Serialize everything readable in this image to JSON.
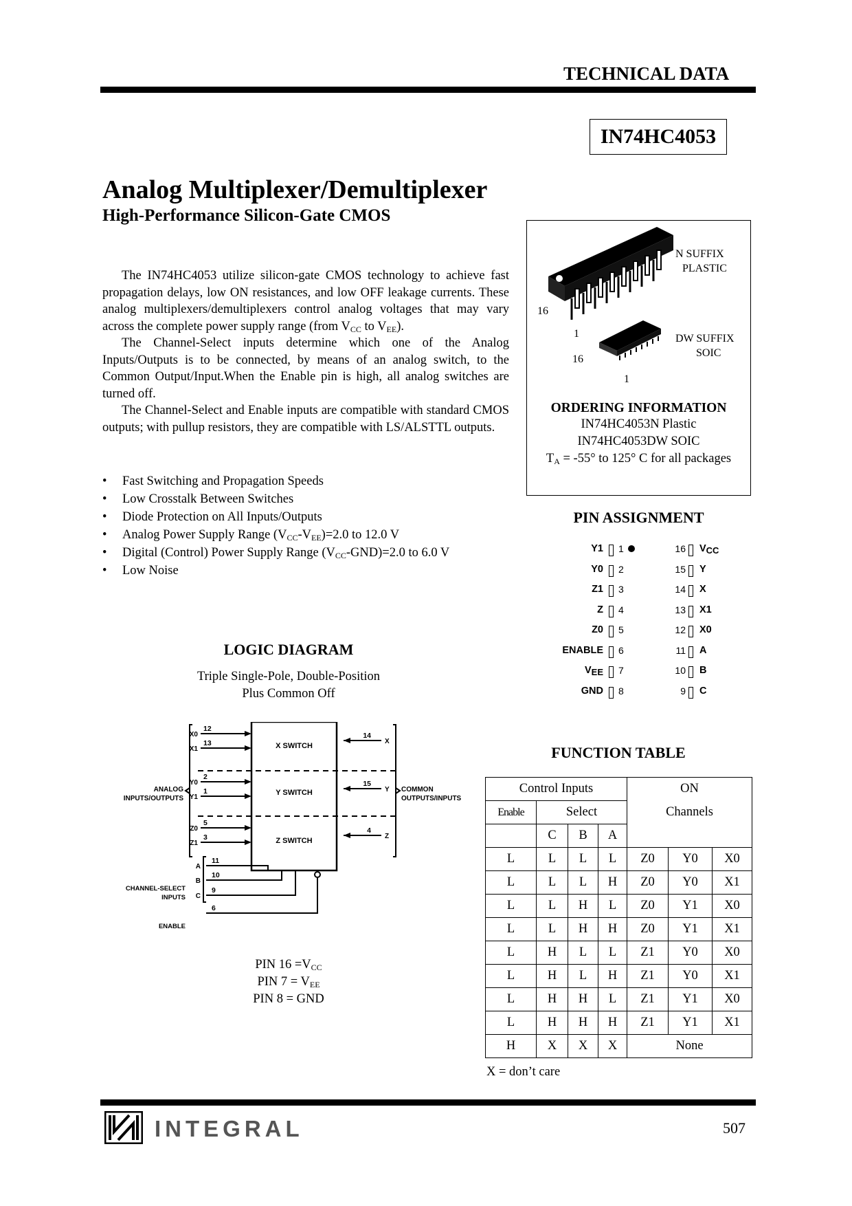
{
  "header": {
    "label": "TECHNICAL DATA",
    "part_number": "IN74HC4053"
  },
  "title": "Analog Multiplexer/Demultiplexer",
  "subtitle": "High-Performance Silicon-Gate CMOS",
  "description": {
    "p1_a": "The IN74HC4053 utilize silicon-gate CMOS technology to achieve fast propagation delays, low ON resistances, and low OFF leakage currents. These analog multiplexers/demultiplexers control analog voltages that may vary across the complete power supply range (from V",
    "p1_sub1": "CC",
    "p1_b": " to V",
    "p1_sub2": "EE",
    "p1_c": ").",
    "p2": "The Channel-Select inputs determine which one of the Analog Inputs/Outputs is to be connected, by means of an analog switch, to the Common Output/Input.When the Enable pin is high, all analog switches are turned off.",
    "p3": "The Channel-Select and Enable inputs are compatible with standard CMOS outputs; with pullup resistors, they are compatible with LS/ALSTTL outputs."
  },
  "features": {
    "f1": "Fast Switching and Propagation Speeds",
    "f2": "Low Crosstalk Between Switches",
    "f3": "Diode Protection on All Inputs/Outputs",
    "f4_a": "Analog Power Supply Range (V",
    "f4_s1": "CC",
    "f4_b": "-V",
    "f4_s2": "EE",
    "f4_c": ")=2.0 to 12.0 V",
    "f5_a": "Digital (Control) Power Supply Range (V",
    "f5_s1": "CC",
    "f5_b": "-GND)=2.0 to 6.0 V",
    "f6": "Low Noise"
  },
  "package": {
    "n_suffix": "N SUFFIX",
    "n_type": "PLASTIC",
    "dw_suffix": "DW SUFFIX",
    "dw_type": "SOIC",
    "pin16": "16",
    "pin1": "1"
  },
  "ordering": {
    "heading": "ORDERING INFORMATION",
    "line1": "IN74HC4053N Plastic",
    "line2": "IN74HC4053DW SOIC",
    "temp_a": "T",
    "temp_sub": "A",
    "temp_b": " = -55° to 125° C for all packages"
  },
  "pin_assignment": {
    "heading": "PIN ASSIGNMENT",
    "left": [
      {
        "label": "Y1",
        "num": "1"
      },
      {
        "label": "Y0",
        "num": "2"
      },
      {
        "label": "Z1",
        "num": "3"
      },
      {
        "label": "Z",
        "num": "4"
      },
      {
        "label": "Z0",
        "num": "5"
      },
      {
        "label": "ENABLE",
        "num": "6"
      },
      {
        "label": "V",
        "sub": "EE",
        "num": "7"
      },
      {
        "label": "GND",
        "num": "8"
      }
    ],
    "right": [
      {
        "label": "V",
        "sub": "CC",
        "num": "16"
      },
      {
        "label": "Y",
        "num": "15"
      },
      {
        "label": "X",
        "num": "14"
      },
      {
        "label": "X1",
        "num": "13"
      },
      {
        "label": "X0",
        "num": "12"
      },
      {
        "label": "A",
        "num": "11"
      },
      {
        "label": "B",
        "num": "10"
      },
      {
        "label": "C",
        "num": "9"
      }
    ]
  },
  "logic": {
    "heading": "LOGIC DIAGRAM",
    "caption1": "Triple Single-Pole, Double-Position",
    "caption2": "Plus Common Off",
    "x_switch": "X SWITCH",
    "y_switch": "Y SWITCH",
    "z_switch": "Z SWITCH",
    "analog_label1": "ANALOG",
    "analog_label2": "INPUTS/OUTPUTS",
    "common_label1": "COMMON",
    "common_label2": "OUTPUTS/INPUTS",
    "chsel_label1": "CHANNEL-SELECT",
    "chsel_label2": "INPUTS",
    "enable_label": "ENABLE",
    "in_pins": [
      {
        "name": "X0",
        "num": "12"
      },
      {
        "name": "X1",
        "num": "13"
      },
      {
        "name": "Y0",
        "num": "2"
      },
      {
        "name": "Y1",
        "num": "1"
      },
      {
        "name": "Z0",
        "num": "5"
      },
      {
        "name": "Z1",
        "num": "3"
      }
    ],
    "out_pins": [
      {
        "name": "X",
        "num": "14"
      },
      {
        "name": "Y",
        "num": "15"
      },
      {
        "name": "Z",
        "num": "4"
      }
    ],
    "ctrl_pins": [
      {
        "name": "A",
        "num": "11"
      },
      {
        "name": "B",
        "num": "10"
      },
      {
        "name": "C",
        "num": "9"
      },
      {
        "name": "",
        "num": "6"
      }
    ],
    "pin16_a": "PIN 16 =V",
    "pin16_sub": "CC",
    "pin7_a": "PIN 7 = V",
    "pin7_sub": "EE",
    "pin8": "PIN 8 = GND"
  },
  "function_table": {
    "heading": "FUNCTION TABLE",
    "control_inputs": "Control Inputs",
    "on": "ON",
    "enable": "Enable",
    "select": "Select",
    "channels": "Channels",
    "c": "C",
    "b": "B",
    "a": "A",
    "rows": [
      [
        "L",
        "L",
        "L",
        "L",
        "Z0",
        "Y0",
        "X0"
      ],
      [
        "L",
        "L",
        "L",
        "H",
        "Z0",
        "Y0",
        "X1"
      ],
      [
        "L",
        "L",
        "H",
        "L",
        "Z0",
        "Y1",
        "X0"
      ],
      [
        "L",
        "L",
        "H",
        "H",
        "Z0",
        "Y1",
        "X1"
      ],
      [
        "L",
        "H",
        "L",
        "L",
        "Z1",
        "Y0",
        "X0"
      ],
      [
        "L",
        "H",
        "L",
        "H",
        "Z1",
        "Y0",
        "X1"
      ],
      [
        "L",
        "H",
        "H",
        "L",
        "Z1",
        "Y1",
        "X0"
      ],
      [
        "L",
        "H",
        "H",
        "H",
        "Z1",
        "Y1",
        "X1"
      ]
    ],
    "last_row": [
      "H",
      "X",
      "X",
      "X",
      "None"
    ],
    "note": "X = don’t care"
  },
  "footer": {
    "logo_text": "INTEGRAL",
    "page_number": "507"
  }
}
